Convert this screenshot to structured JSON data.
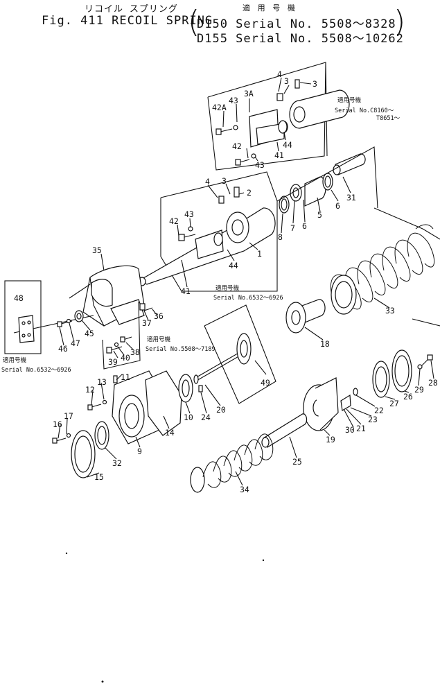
{
  "header": {
    "title_jp": "リコイル スプリング",
    "title": "Fig. 411 RECOIL SPRING",
    "applicable_models_jp": "適 用 号 機",
    "serial_line_1": "D150 Serial No. 5508～8328",
    "serial_line_2": "D155 Serial No. 5508～10262"
  },
  "notes": {
    "a": [
      "適用号機",
      "Serial No.C8160～",
      "T8651～"
    ],
    "b": [
      "適用号機",
      "Serial No.6532～6926"
    ],
    "c": [
      "適用号機",
      "Serial No.5508～7189"
    ],
    "d": [
      "適用号機",
      "Serial No.6532～6926"
    ]
  },
  "part_numbers": [
    "4",
    "3",
    "3",
    "43",
    "3A",
    "42A",
    "44",
    "42",
    "43",
    "41",
    "31",
    "4",
    "3",
    "2",
    "6",
    "5",
    "8",
    "7",
    "6",
    "43",
    "42",
    "1",
    "44",
    "41",
    "35",
    "48",
    "37",
    "36",
    "45",
    "47",
    "46",
    "38",
    "39",
    "40",
    "33",
    "18",
    "49",
    "13",
    "11",
    "12",
    "14",
    "20",
    "10",
    "24",
    "9",
    "17",
    "16",
    "32",
    "15",
    "28",
    "29",
    "26",
    "27",
    "22",
    "23",
    "21",
    "30",
    "19",
    "25",
    "34"
  ],
  "icons": [
    "recoil-spring-exploded-diagram"
  ]
}
